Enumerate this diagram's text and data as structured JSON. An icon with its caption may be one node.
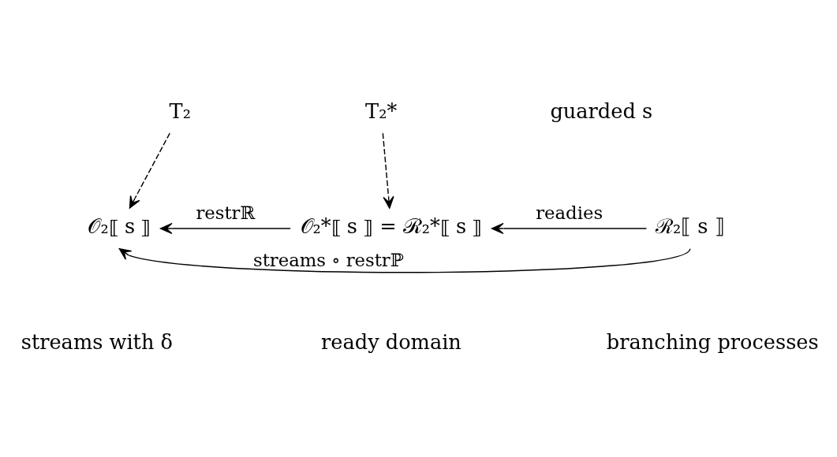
{
  "diagram": {
    "nodes": [
      {
        "text": [
          "T₂"
        ]
      },
      {
        "text": [
          "T₂*"
        ]
      },
      {
        "text": [
          "𝒪₂⟦ s ⟧"
        ]
      },
      {
        "text": [
          "𝒪₂*⟦ s ⟧ = ℛ₂*⟦ s ⟧"
        ]
      },
      {
        "text": [
          "ℛ₂⟦ s ⟧"
        ]
      }
    ],
    "edges": [
      {
        "from": 0,
        "to": 2,
        "arrow": "to",
        "style": "dashed"
      },
      {
        "from": 1,
        "to": 3,
        "arrow": "to",
        "style": "dashed"
      },
      {
        "from": 3,
        "to": 2,
        "arrow": "to",
        "label": "restrℝ"
      },
      {
        "from": 4,
        "to": 3,
        "arrow": "to",
        "label": "readies"
      },
      {
        "from": 4,
        "to": 2,
        "arrow": "to",
        "label": "streams ∘ restrℙ"
      }
    ],
    "labels": [
      "guarded s",
      "streams with δ",
      "ready domain",
      "branching processes"
    ]
  }
}
